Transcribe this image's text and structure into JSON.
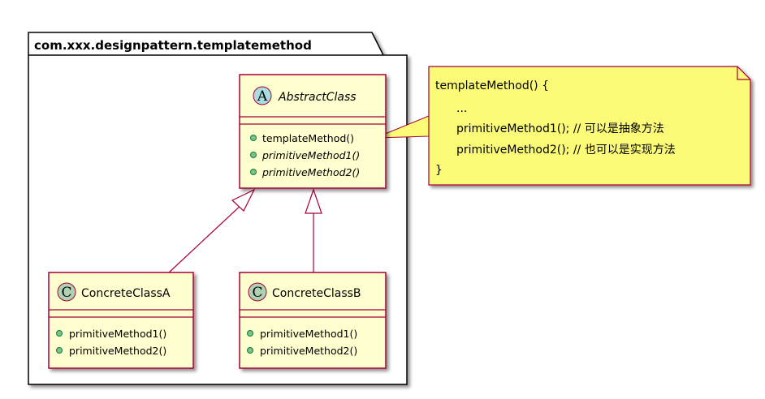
{
  "package": {
    "name": "com.xxx.designpattern.templatemethod"
  },
  "classes": {
    "abstract": {
      "stereotype": "A",
      "name": "AbstractClass",
      "methods": [
        "templateMethod()",
        "primitiveMethod1()",
        "primitiveMethod2()"
      ]
    },
    "concrete_a": {
      "stereotype": "C",
      "name": "ConcreteClassA",
      "methods": [
        "primitiveMethod1()",
        "primitiveMethod2()"
      ]
    },
    "concrete_b": {
      "stereotype": "C",
      "name": "ConcreteClassB",
      "methods": [
        "primitiveMethod1()",
        "primitiveMethod2()"
      ]
    }
  },
  "note": {
    "lines": [
      "templateMethod() {",
      "...",
      "primitiveMethod1(); // 可以是抽象方法",
      "primitiveMethod2(); // 也可以是实现方法",
      "}"
    ]
  },
  "colors": {
    "class_fill": "#FEFECE",
    "class_border": "#A80036",
    "abstract_badge": "#A9DCDF",
    "concrete_badge": "#ADD1B2",
    "method_dot": "#84BE84",
    "note_fill": "#FBFB77",
    "note_border": "#A80036"
  }
}
